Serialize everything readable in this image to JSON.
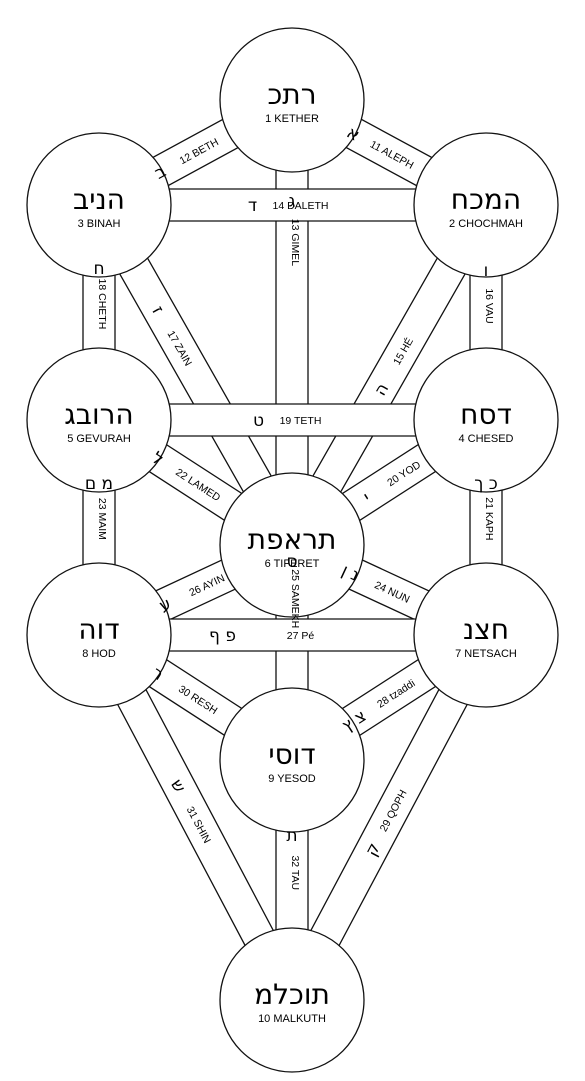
{
  "sephirot": [
    {
      "id": 1,
      "hebrew": "רתכ",
      "label": "1 KETHER"
    },
    {
      "id": 2,
      "hebrew": "המכח",
      "label": "2 CHOCHMAH"
    },
    {
      "id": 3,
      "hebrew": "הניב",
      "label": "3 BINAH"
    },
    {
      "id": 4,
      "hebrew": "דסח",
      "label": "4 CHESED"
    },
    {
      "id": 5,
      "hebrew": "הרובג",
      "label": "5 GEVURAH"
    },
    {
      "id": 6,
      "hebrew": "תראפת",
      "label": "6 TIFERET"
    },
    {
      "id": 7,
      "hebrew": "חצנ",
      "label": "7 NETSACH"
    },
    {
      "id": 8,
      "hebrew": "דוה",
      "label": "8 HOD"
    },
    {
      "id": 9,
      "hebrew": "דוסי",
      "label": "9 YESOD"
    },
    {
      "id": 10,
      "hebrew": "תוכלמ",
      "label": "10 MALKUTH"
    }
  ],
  "paths": [
    {
      "num": 11,
      "from": 1,
      "to": 2,
      "letter": "א",
      "label": "11 ALEPH"
    },
    {
      "num": 12,
      "from": 1,
      "to": 3,
      "letter": "ב",
      "label": "12 BETH"
    },
    {
      "num": 13,
      "from": 1,
      "to": 6,
      "letter": "ג",
      "label": "13 GIMEL"
    },
    {
      "num": 14,
      "from": 2,
      "to": 3,
      "letter": "ד",
      "label": "14 DALETH"
    },
    {
      "num": 15,
      "from": 2,
      "to": 6,
      "letter": "ה",
      "label": "15 HÉ"
    },
    {
      "num": 16,
      "from": 2,
      "to": 4,
      "letter": "ו",
      "label": "16 VAU"
    },
    {
      "num": 17,
      "from": 3,
      "to": 6,
      "letter": "ז",
      "label": "17 ZAIN"
    },
    {
      "num": 18,
      "from": 3,
      "to": 5,
      "letter": "ח",
      "label": "18 CHETH"
    },
    {
      "num": 19,
      "from": 4,
      "to": 5,
      "letter": "ט",
      "label": "19 TETH"
    },
    {
      "num": 20,
      "from": 4,
      "to": 6,
      "letter": "י",
      "label": "20 YOD"
    },
    {
      "num": 21,
      "from": 4,
      "to": 7,
      "letter": "כ ך",
      "label": "21 KAPH"
    },
    {
      "num": 22,
      "from": 5,
      "to": 6,
      "letter": "ל",
      "label": "22 LAMED"
    },
    {
      "num": 23,
      "from": 5,
      "to": 8,
      "letter": "מ ם",
      "label": "23 MAIM"
    },
    {
      "num": 24,
      "from": 6,
      "to": 7,
      "letter": "נ ן",
      "label": "24 NUN"
    },
    {
      "num": 25,
      "from": 6,
      "to": 9,
      "letter": "ס",
      "label": "25 SAMEKH"
    },
    {
      "num": 26,
      "from": 6,
      "to": 8,
      "letter": "ע",
      "label": "26 AYIN"
    },
    {
      "num": 27,
      "from": 7,
      "to": 8,
      "letter": "פ ף",
      "label": "27 Pé"
    },
    {
      "num": 28,
      "from": 7,
      "to": 9,
      "letter": "צ ץ",
      "label": "28 tzaddi"
    },
    {
      "num": 29,
      "from": 7,
      "to": 10,
      "letter": "ק",
      "label": "29 QOPH"
    },
    {
      "num": 30,
      "from": 8,
      "to": 9,
      "letter": "ר",
      "label": "30 RESH"
    },
    {
      "num": 31,
      "from": 8,
      "to": 10,
      "letter": "ש",
      "label": "31 SHIN"
    },
    {
      "num": 32,
      "from": 9,
      "to": 10,
      "letter": "ת",
      "label": "32 TAU"
    }
  ]
}
